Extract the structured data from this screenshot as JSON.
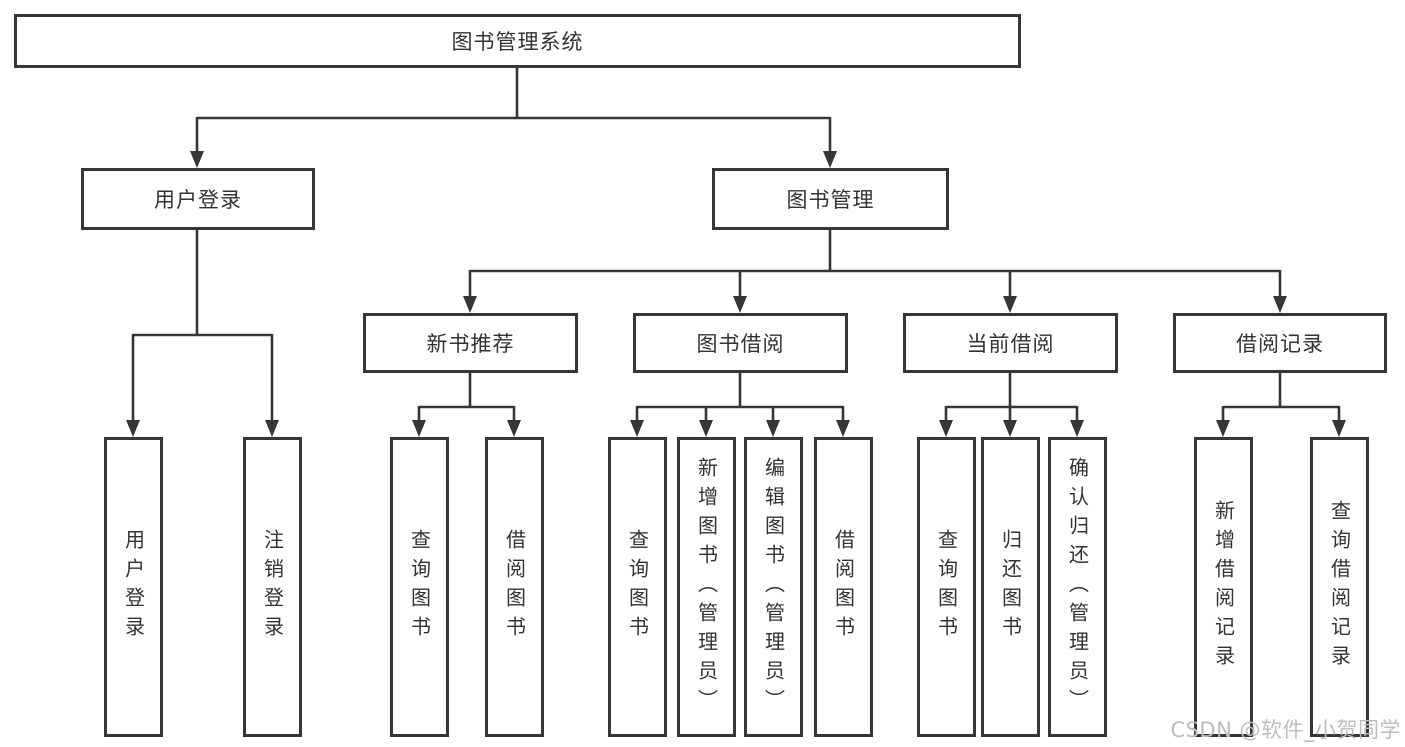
{
  "diagram": {
    "root": {
      "label": "图书管理系统"
    },
    "branches": [
      {
        "label": "用户登录",
        "children": [
          {
            "label": "用户登录"
          },
          {
            "label": "注销登录"
          }
        ]
      },
      {
        "label": "图书管理",
        "children": [
          {
            "label": "新书推荐",
            "children": [
              {
                "label": "查询图书"
              },
              {
                "label": "借阅图书"
              }
            ]
          },
          {
            "label": "图书借阅",
            "children": [
              {
                "label": "查询图书"
              },
              {
                "label": "新增图书（管理员）"
              },
              {
                "label": "编辑图书（管理员）"
              },
              {
                "label": "借阅图书"
              }
            ]
          },
          {
            "label": "当前借阅",
            "children": [
              {
                "label": "查询图书"
              },
              {
                "label": "归还图书"
              },
              {
                "label": "确认归还（管理员）"
              }
            ]
          },
          {
            "label": "借阅记录",
            "children": [
              {
                "label": "新增借阅记录"
              },
              {
                "label": "查询借阅记录"
              }
            ]
          }
        ]
      }
    ],
    "colors": {
      "line": "#363636",
      "border": "#363636",
      "text": "#333333",
      "background": "#ffffff",
      "watermark": "#bdbdbd"
    }
  },
  "watermark": {
    "text": "CSDN @软件_小贺同学"
  }
}
